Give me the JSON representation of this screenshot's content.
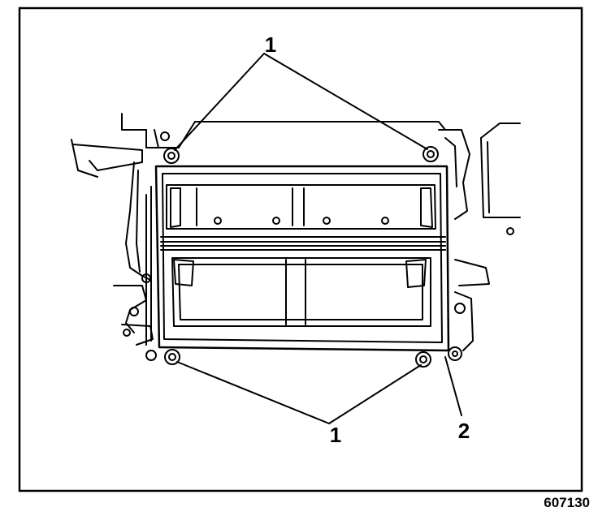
{
  "diagram": {
    "callouts": [
      {
        "id": "callout-1-top",
        "label": "1"
      },
      {
        "id": "callout-1-bottom",
        "label": "1"
      },
      {
        "id": "callout-2",
        "label": "2"
      }
    ],
    "figure_number": "607130"
  }
}
